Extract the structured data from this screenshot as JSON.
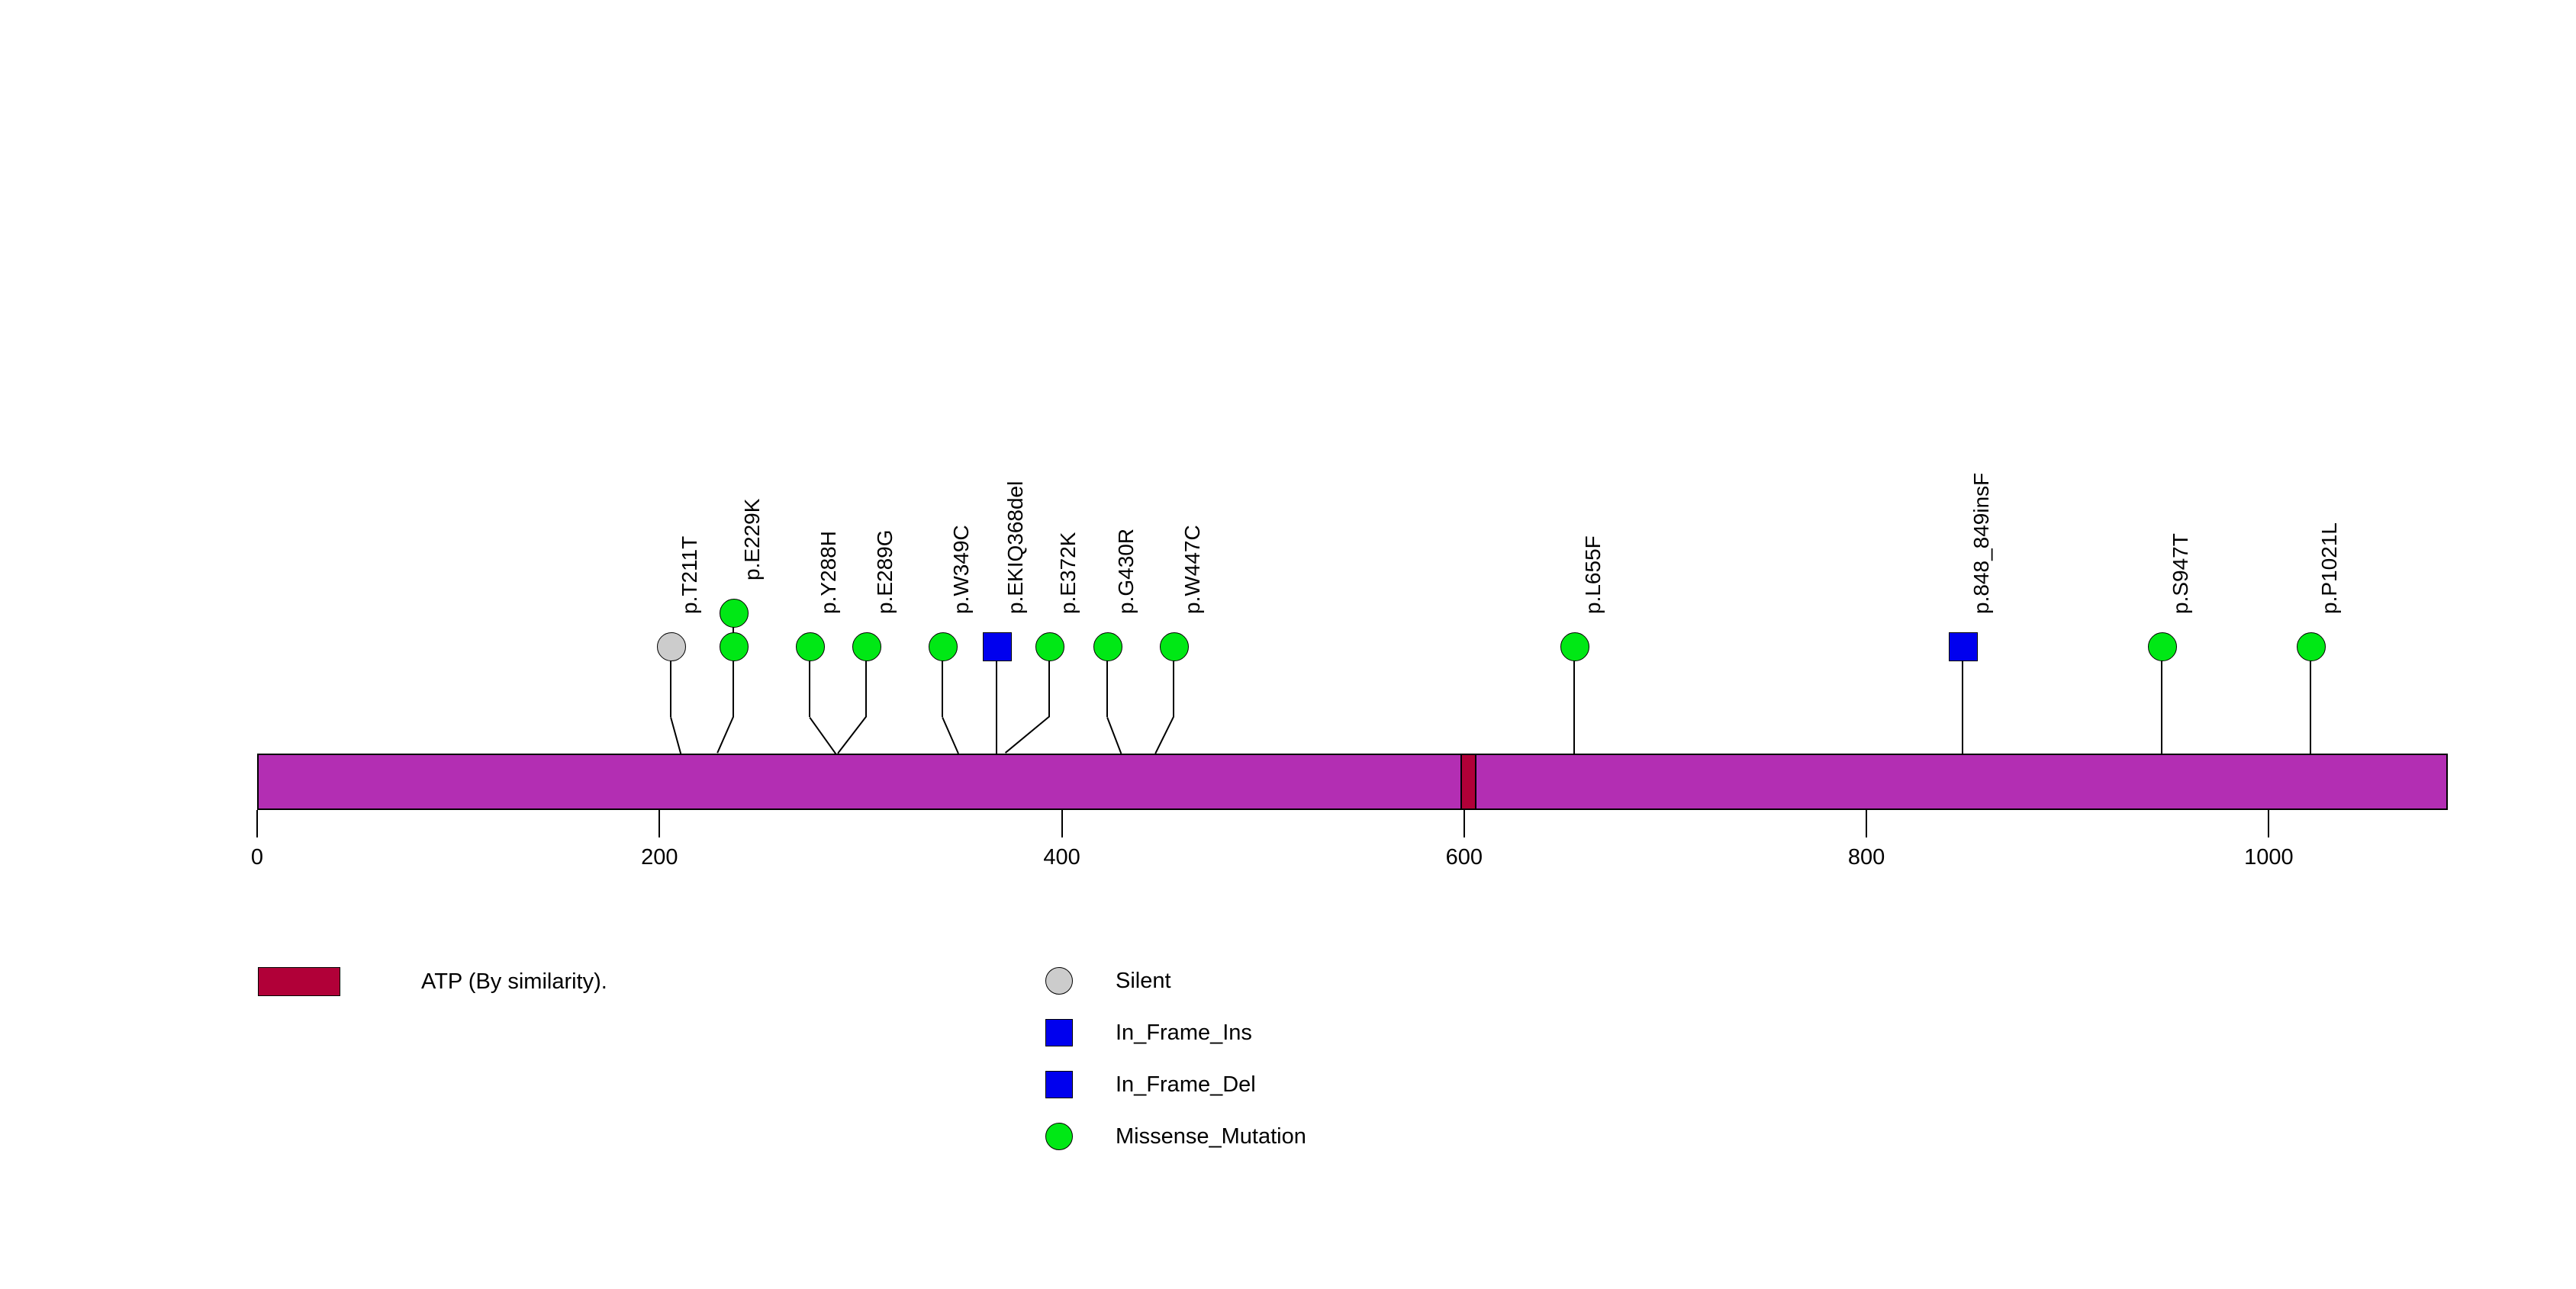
{
  "figure": {
    "type": "lollipop-plot",
    "description": "Protein domain mutation lollipop diagram"
  },
  "chart_data": {
    "type": "scatter",
    "title": "",
    "xlabel": "",
    "ylabel": "",
    "xlim": [
      0,
      1089
    ],
    "grid": false,
    "legend_position": "bottom",
    "protein": {
      "length": 1089,
      "backbone_color": "#B32EB3",
      "domains": [
        {
          "name": "ATP (By similarity).",
          "start": 598,
          "end": 606,
          "color": "#B10038"
        }
      ]
    },
    "axis_ticks": [
      {
        "value": 0,
        "label": "0"
      },
      {
        "value": 200,
        "label": "200"
      },
      {
        "value": 400,
        "label": "400"
      },
      {
        "value": 600,
        "label": "600"
      },
      {
        "value": 800,
        "label": "800"
      },
      {
        "value": 1000,
        "label": "1000"
      }
    ],
    "mutations": [
      {
        "label": "p.T211T",
        "position": 211,
        "count": 1,
        "type": "Silent",
        "shape": "circle",
        "color": "#CCCCCC",
        "label_x": 206
      },
      {
        "label": "p.E229K",
        "position": 229,
        "count": 2,
        "type": "Missense_Mutation",
        "shape": "circle",
        "color": "#00E815",
        "label_x": 237
      },
      {
        "label": "p.Y288H",
        "position": 288,
        "count": 1,
        "type": "Missense_Mutation",
        "shape": "circle",
        "color": "#00E815",
        "label_x": 275
      },
      {
        "label": "p.E289G",
        "position": 289,
        "count": 1,
        "type": "Missense_Mutation",
        "shape": "circle",
        "color": "#00E815",
        "label_x": 303
      },
      {
        "label": "p.W349C",
        "position": 349,
        "count": 1,
        "type": "Missense_Mutation",
        "shape": "circle",
        "color": "#00E815",
        "label_x": 341
      },
      {
        "label": "p.EKIQ368del",
        "position": 368,
        "count": 1,
        "type": "In_Frame_Del",
        "shape": "square",
        "color": "#0000EE",
        "label_x": 368
      },
      {
        "label": "p.E372K",
        "position": 372,
        "count": 1,
        "type": "Missense_Mutation",
        "shape": "circle",
        "color": "#00E815",
        "label_x": 394
      },
      {
        "label": "p.G430R",
        "position": 430,
        "count": 1,
        "type": "Missense_Mutation",
        "shape": "circle",
        "color": "#00E815",
        "label_x": 423
      },
      {
        "label": "p.W447C",
        "position": 447,
        "count": 1,
        "type": "Missense_Mutation",
        "shape": "circle",
        "color": "#00E815",
        "label_x": 456
      },
      {
        "label": "p.L655F",
        "position": 655,
        "count": 1,
        "type": "Missense_Mutation",
        "shape": "circle",
        "color": "#00E815",
        "label_x": 655
      },
      {
        "label": "p.848_849insF",
        "position": 848,
        "count": 1,
        "type": "In_Frame_Ins",
        "shape": "square",
        "color": "#0000EE",
        "label_x": 848
      },
      {
        "label": "p.S947T",
        "position": 947,
        "count": 1,
        "type": "Missense_Mutation",
        "shape": "circle",
        "color": "#00E815",
        "label_x": 947
      },
      {
        "label": "p.P1021L",
        "position": 1021,
        "count": 1,
        "type": "Missense_Mutation",
        "shape": "circle",
        "color": "#00E815",
        "label_x": 1021
      }
    ]
  },
  "domain_legend": [
    {
      "label": "ATP (By similarity).",
      "color": "#B10038",
      "shape": "rect"
    }
  ],
  "mutation_legend": [
    {
      "label": "Silent",
      "color": "#CCCCCC",
      "shape": "circle"
    },
    {
      "label": "In_Frame_Ins",
      "color": "#0000EE",
      "shape": "square"
    },
    {
      "label": "In_Frame_Del",
      "color": "#0000EE",
      "shape": "square"
    },
    {
      "label": "Missense_Mutation",
      "color": "#00E815",
      "shape": "circle"
    }
  ]
}
